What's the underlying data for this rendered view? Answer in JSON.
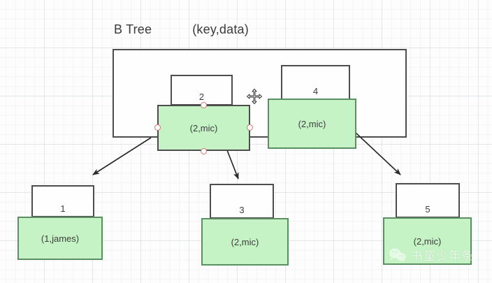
{
  "diagram": {
    "title": "B Tree",
    "subtitle": "(key,data)",
    "root_container_label": "",
    "root_entries": [
      {
        "key": "2",
        "data": "(2,mic)",
        "selected": true
      },
      {
        "key": "4",
        "data": "(2,mic)",
        "selected": false
      }
    ],
    "children": [
      {
        "key": "1",
        "data": "(1,james)"
      },
      {
        "key": "3",
        "data": "(2,mic)"
      },
      {
        "key": "5",
        "data": "(2,mic)"
      }
    ],
    "edges": [
      {
        "from": "root",
        "to": "child-1"
      },
      {
        "from": "root",
        "to": "child-3"
      },
      {
        "from": "root",
        "to": "child-5"
      }
    ],
    "cursor": "move-cursor",
    "handles": [
      "handle-top",
      "handle-left",
      "handle-right",
      "handle-bottom"
    ],
    "watermark": {
      "icon": "wechat-icon",
      "text": "书童少年条"
    },
    "colors": {
      "node_fill": "#c5f3c5",
      "node_stroke": "#5b8f63",
      "box_stroke": "#4d4d4d",
      "handle_stroke": "#d77070",
      "text": "#3d3d3d",
      "grid": "#e9ecee"
    }
  }
}
